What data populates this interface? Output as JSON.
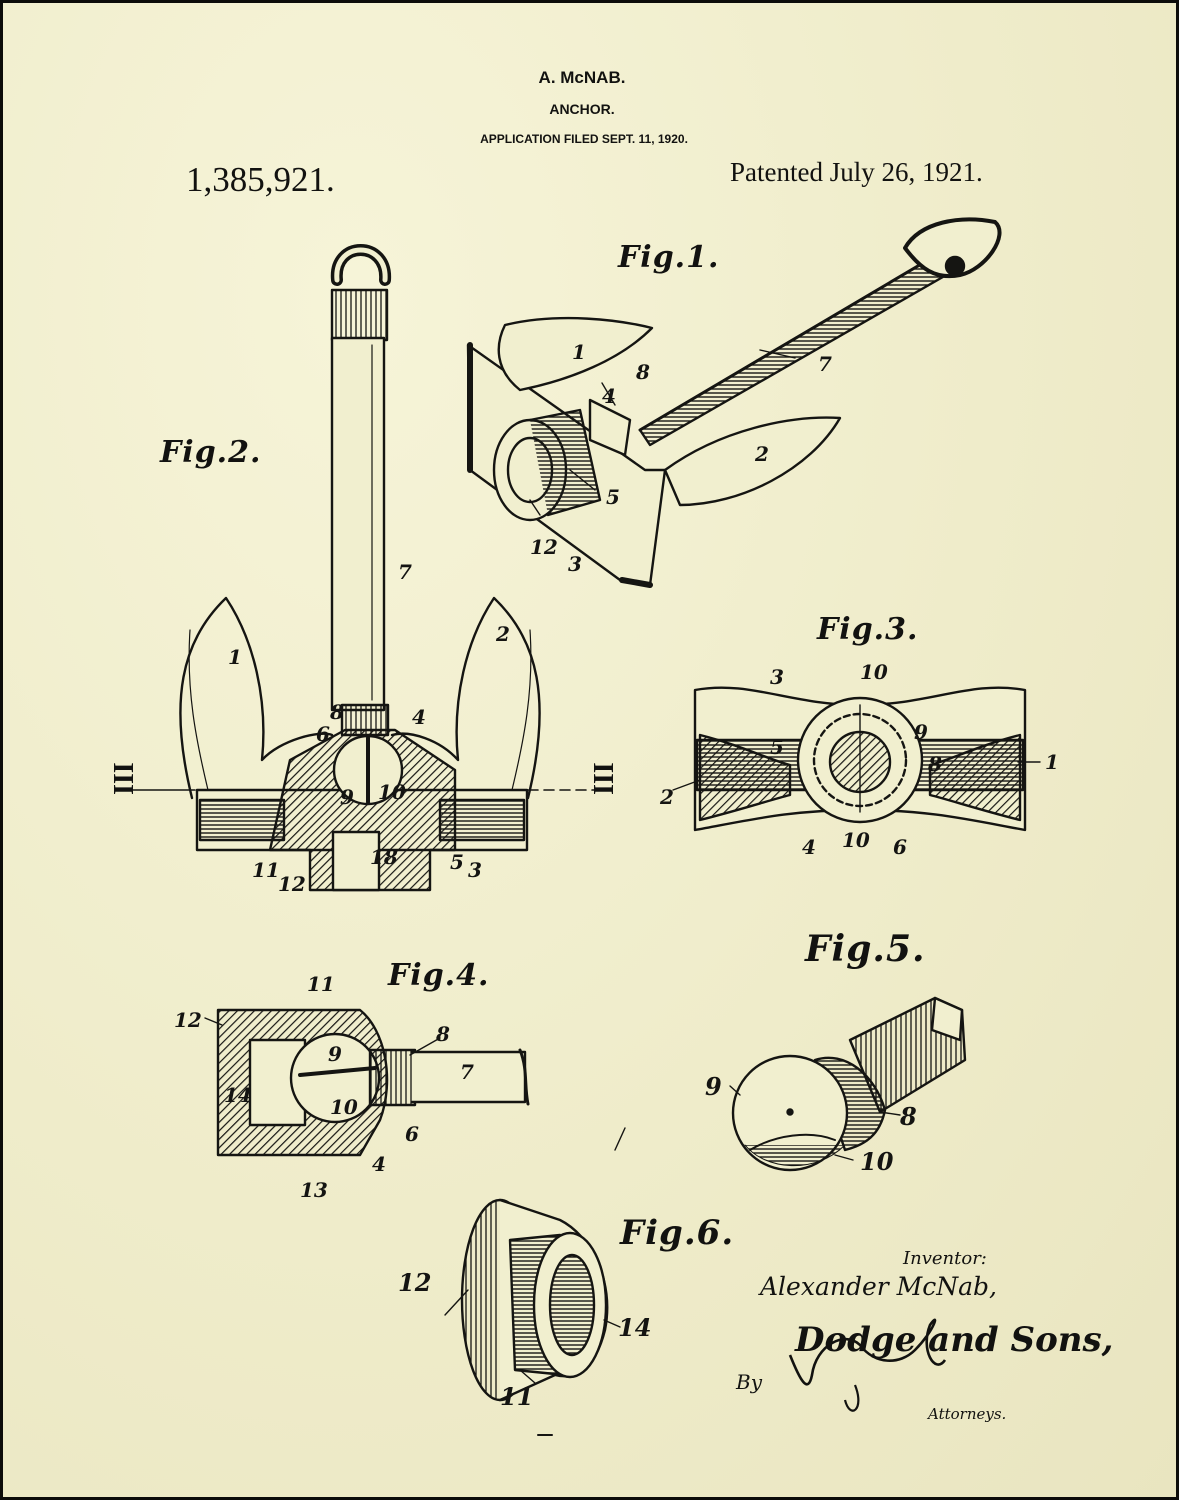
{
  "header": {
    "inventor_name": "A. McNAB.",
    "title": "ANCHOR.",
    "application_filed": "APPLICATION FILED SEPT. 11, 1920.",
    "patent_number": "1,385,921.",
    "patented_date": "Patented July 26, 1921."
  },
  "figures": {
    "fig1": {
      "caption": "Fig.1.",
      "labels": [
        "1",
        "4",
        "8",
        "7",
        "2",
        "5",
        "12",
        "3"
      ]
    },
    "fig2": {
      "caption": "Fig.2.",
      "labels": [
        "7",
        "1",
        "2",
        "6",
        "8",
        "4",
        "9",
        "10",
        "18",
        "11",
        "12",
        "5",
        "3",
        "III",
        "III"
      ]
    },
    "fig3": {
      "caption": "Fig.3.",
      "labels": [
        "3",
        "10",
        "9",
        "5",
        "8",
        "1",
        "2",
        "4",
        "10",
        "6"
      ]
    },
    "fig4": {
      "caption": "Fig.4.",
      "labels": [
        "11",
        "12",
        "8",
        "9",
        "7",
        "14",
        "10",
        "6",
        "4",
        "13"
      ]
    },
    "fig5": {
      "caption": "Fig.5.",
      "labels": [
        "9",
        "8",
        "10"
      ]
    },
    "fig6": {
      "caption": "Fig.6.",
      "labels": [
        "12",
        "14",
        "11"
      ]
    }
  },
  "signature": {
    "inventor_label": "Inventor:",
    "inventor_name": "Alexander McNab,",
    "by_label": "By",
    "attorney_name": "Dodge and Sons,",
    "attorneys_label": "Attorneys."
  },
  "colors": {
    "paper": "#f1efcf",
    "ink": "#121210"
  }
}
